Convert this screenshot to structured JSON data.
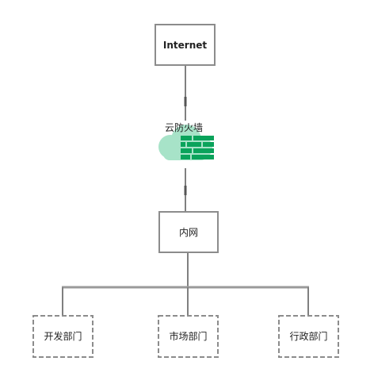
{
  "diagram": {
    "nodes": {
      "internet": {
        "label": "Internet",
        "border": "solid"
      },
      "firewall": {
        "label": "云防火墙",
        "icon": "cloud-firewall-icon"
      },
      "intranet": {
        "label": "内网",
        "border": "solid"
      },
      "dept_dev": {
        "label": "开发部门",
        "border": "dashed"
      },
      "dept_market": {
        "label": "市场部门",
        "border": "dashed"
      },
      "dept_admin": {
        "label": "行政部门",
        "border": "dashed"
      }
    },
    "edges": [
      {
        "from": "internet",
        "to": "firewall"
      },
      {
        "from": "firewall",
        "to": "intranet"
      },
      {
        "from": "intranet",
        "to": "bus"
      },
      {
        "from": "bus",
        "to": "dept_dev"
      },
      {
        "from": "bus",
        "to": "dept_market"
      },
      {
        "from": "bus",
        "to": "dept_admin"
      }
    ],
    "colors": {
      "box_border": "#8c8c8c",
      "connector": "#808080",
      "cloud_fill": "#a7e3c8",
      "brick_fill": "#0aa35b",
      "text": "#222222"
    }
  }
}
